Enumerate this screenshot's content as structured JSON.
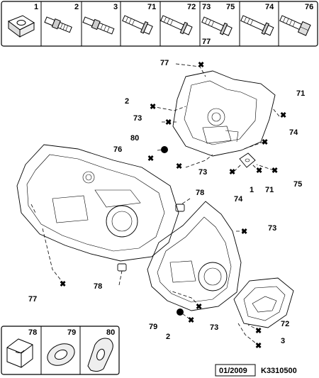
{
  "top_parts": [
    {
      "num": "1",
      "icon": "washer-plate-icon"
    },
    {
      "num": "2",
      "icon": "stud-bolt-icon"
    },
    {
      "num": "3",
      "icon": "stud-bolt-long-icon"
    },
    {
      "num": "71",
      "icon": "flange-bolt-icon"
    },
    {
      "num": "72",
      "icon": "flange-bolt-icon"
    },
    {
      "num": "73",
      "num2": "75",
      "num3": "77",
      "icon": "flange-bolt-icon"
    },
    {
      "num": "74",
      "icon": "flange-bolt-icon"
    },
    {
      "num": "76",
      "icon": "hex-bolt-icon"
    }
  ],
  "bottom_parts": [
    {
      "num": "78",
      "icon": "bushing-icon"
    },
    {
      "num": "79",
      "icon": "ring-washer-icon"
    },
    {
      "num": "80",
      "icon": "bent-washer-icon"
    }
  ],
  "callouts": [
    {
      "id": "c77a",
      "text": "77"
    },
    {
      "id": "c71a",
      "text": "71"
    },
    {
      "id": "c2a",
      "text": "2"
    },
    {
      "id": "c73a",
      "text": "73"
    },
    {
      "id": "c74a",
      "text": "74"
    },
    {
      "id": "c80",
      "text": "80"
    },
    {
      "id": "c76",
      "text": "76"
    },
    {
      "id": "c73b",
      "text": "73"
    },
    {
      "id": "c74b",
      "text": "74"
    },
    {
      "id": "c1",
      "text": "1"
    },
    {
      "id": "c71b",
      "text": "71"
    },
    {
      "id": "c75",
      "text": "75"
    },
    {
      "id": "c78a",
      "text": "78"
    },
    {
      "id": "c73c",
      "text": "73"
    },
    {
      "id": "c77b",
      "text": "77"
    },
    {
      "id": "c78b",
      "text": "78"
    },
    {
      "id": "c79",
      "text": "79"
    },
    {
      "id": "c2b",
      "text": "2"
    },
    {
      "id": "c73d",
      "text": "73"
    },
    {
      "id": "c72",
      "text": "72"
    },
    {
      "id": "c3",
      "text": "3"
    }
  ],
  "footer": {
    "date": "01/2009",
    "reference": "K3310500"
  }
}
